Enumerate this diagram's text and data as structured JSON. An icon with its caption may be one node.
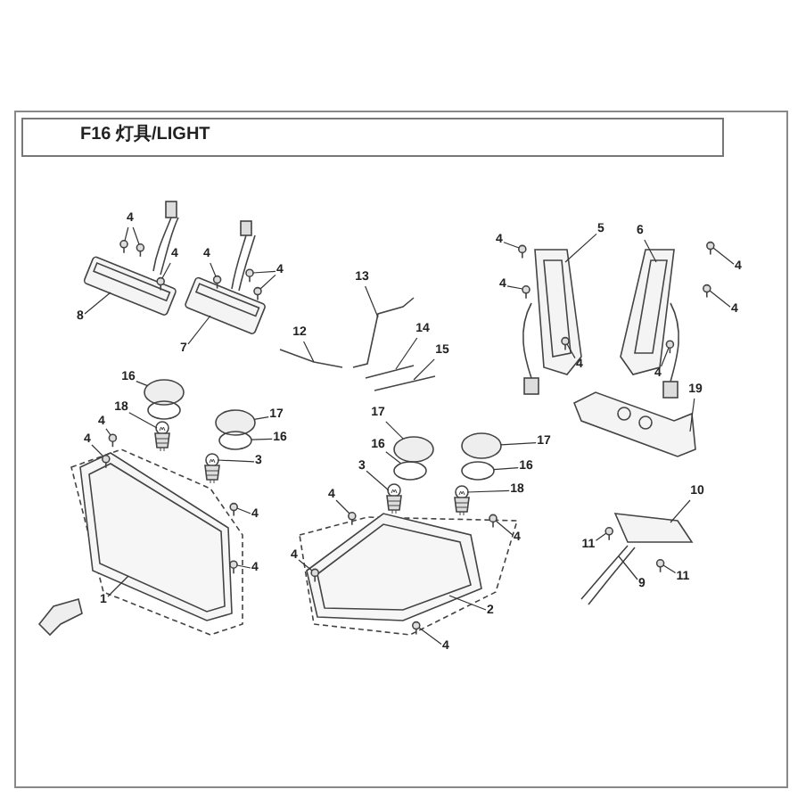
{
  "diagram": {
    "title": "F16 灯具/LIGHT",
    "nodes": [
      {
        "text": [
          "4"
        ]
      },
      {
        "text": [
          "5"
        ]
      },
      {
        "text": [
          "6"
        ]
      },
      {
        "text": [
          "4"
        ]
      },
      {
        "text": [
          "4"
        ]
      },
      {
        "text": [
          "4"
        ]
      },
      {
        "text": [
          "4"
        ]
      },
      {
        "text": [
          "4"
        ]
      },
      {
        "text": [
          "13"
        ]
      },
      {
        "text": [
          "4"
        ]
      },
      {
        "text": [
          "4"
        ]
      },
      {
        "text": [
          "8"
        ]
      },
      {
        "text": [
          "14"
        ]
      },
      {
        "text": [
          "12"
        ]
      },
      {
        "text": [
          "7"
        ]
      },
      {
        "text": [
          "15"
        ]
      },
      {
        "text": [
          "4"
        ]
      },
      {
        "text": [
          "4"
        ]
      },
      {
        "text": [
          "16"
        ]
      },
      {
        "text": [
          "19"
        ]
      },
      {
        "text": [
          "18"
        ]
      },
      {
        "text": [
          "17"
        ]
      },
      {
        "text": [
          "4"
        ]
      },
      {
        "text": [
          "17"
        ]
      },
      {
        "text": [
          "16"
        ]
      },
      {
        "text": [
          "4"
        ]
      },
      {
        "text": [
          "17"
        ]
      },
      {
        "text": [
          "16"
        ]
      },
      {
        "text": [
          "3"
        ]
      },
      {
        "text": [
          "16"
        ]
      },
      {
        "text": [
          "3"
        ]
      },
      {
        "text": [
          "18"
        ]
      },
      {
        "text": [
          "10"
        ]
      },
      {
        "text": [
          "4"
        ]
      },
      {
        "text": [
          "4"
        ]
      },
      {
        "text": [
          "4"
        ]
      },
      {
        "text": [
          "11"
        ]
      },
      {
        "text": [
          "4"
        ]
      },
      {
        "text": [
          "4"
        ]
      },
      {
        "text": [
          "11"
        ]
      },
      {
        "text": [
          "9"
        ]
      },
      {
        "text": [
          "1"
        ]
      },
      {
        "text": [
          "2"
        ]
      },
      {
        "text": [
          "4"
        ]
      },
      {
        "text": [],
        "shape": "picture"
      },
      {
        "text": [],
        "shape": "picture"
      },
      {
        "text": [],
        "shape": "picture"
      },
      {
        "text": [],
        "shape": "picture"
      },
      {
        "text": [],
        "shape": "picture"
      },
      {
        "text": [],
        "shape": "picture"
      },
      {
        "text": [],
        "shape": "picture"
      },
      {
        "text": [],
        "shape": "picture"
      },
      {
        "text": [],
        "shape": "picture"
      },
      {
        "text": [],
        "shape": "picture"
      },
      {
        "text": [],
        "shape": "picture"
      },
      {
        "text": [],
        "shape": "picture"
      },
      {
        "text": [],
        "shape": "picture"
      },
      {
        "text": [],
        "shape": "circle"
      },
      {
        "text": [],
        "shape": "circle"
      },
      {
        "text": [],
        "shape": "circle"
      },
      {
        "text": [],
        "shape": "picture"
      },
      {
        "text": [],
        "shape": "picture"
      },
      {
        "text": [],
        "shape": "circle"
      },
      {
        "text": [],
        "shape": "circle"
      },
      {
        "text": [],
        "shape": "picture"
      },
      {
        "text": [],
        "shape": "circle"
      },
      {
        "text": [],
        "shape": "circle"
      },
      {
        "text": [],
        "shape": "picture"
      },
      {
        "text": [],
        "shape": "picture"
      },
      {
        "text": [],
        "shape": "picture"
      },
      {
        "text": [],
        "shape": "picture"
      },
      {
        "text": [],
        "shape": "picture",
        "in": 44
      },
      {
        "text": [],
        "shape": "picture",
        "in": 45
      },
      {
        "text": [],
        "shape": "picture"
      },
      {
        "text": [],
        "shape": "picture"
      },
      {
        "text": [],
        "shape": "picture",
        "in": 45
      },
      {
        "text": [],
        "shape": "picture"
      },
      {
        "text": [],
        "shape": "picture"
      },
      {
        "text": [],
        "shape": "picture",
        "in": 46
      },
      {
        "text": [],
        "shape": "picture"
      },
      {
        "text": [],
        "shape": "picture"
      },
      {
        "text": [],
        "shape": "picture",
        "in": 55
      },
      {
        "text": [],
        "shape": "picture",
        "in": 56
      },
      {
        "text": [],
        "shape": "picture"
      },
      {
        "text": [],
        "shape": "picture",
        "in": 56
      },
      {
        "text": [],
        "shape": "picture"
      },
      {
        "text": [],
        "shape": "picture",
        "in": 56
      },
      {
        "text": [],
        "shape": "picture",
        "in": 55
      },
      {
        "text": [],
        "shape": "picture"
      },
      {
        "text": [],
        "shape": "picture",
        "in": 56
      }
    ],
    "edges": [
      {
        "from": 0,
        "to": 68,
        "arrow": "none"
      },
      {
        "from": 0,
        "to": 69,
        "arrow": "none"
      },
      {
        "from": 1,
        "to": 46,
        "arrow": "none"
      },
      {
        "from": 2,
        "to": 47,
        "arrow": "none"
      },
      {
        "from": 3,
        "to": 70,
        "arrow": "none"
      },
      {
        "from": 4,
        "to": 71,
        "arrow": "none"
      },
      {
        "from": 5,
        "to": 72,
        "arrow": "none"
      },
      {
        "from": 6,
        "to": 73,
        "arrow": "none"
      },
      {
        "from": 7,
        "to": 74,
        "arrow": "none"
      },
      {
        "from": 7,
        "to": 75,
        "arrow": "none"
      },
      {
        "from": 8,
        "to": 48,
        "arrow": "none"
      },
      {
        "from": 9,
        "to": 76,
        "arrow": "none"
      },
      {
        "from": 10,
        "to": 77,
        "arrow": "none"
      },
      {
        "from": 11,
        "to": 44,
        "arrow": "none"
      },
      {
        "from": 12,
        "to": 50,
        "arrow": "none"
      },
      {
        "from": 13,
        "to": 49,
        "arrow": "none"
      },
      {
        "from": 14,
        "to": 45,
        "arrow": "none"
      },
      {
        "from": 15,
        "to": 51,
        "arrow": "none"
      },
      {
        "from": 16,
        "to": 78,
        "arrow": "none"
      },
      {
        "from": 17,
        "to": 79,
        "arrow": "none"
      },
      {
        "from": 18,
        "to": 57,
        "arrow": "none"
      },
      {
        "from": 19,
        "to": 52,
        "arrow": "none"
      },
      {
        "from": 20,
        "to": 60,
        "arrow": "none"
      },
      {
        "from": 21,
        "to": 58,
        "arrow": "none"
      },
      {
        "from": 22,
        "to": 80,
        "arrow": "none"
      },
      {
        "from": 23,
        "to": 62,
        "arrow": "none"
      },
      {
        "from": 24,
        "to": 59,
        "arrow": "none"
      },
      {
        "from": 25,
        "to": 81,
        "arrow": "none"
      },
      {
        "from": 26,
        "to": 65,
        "arrow": "none"
      },
      {
        "from": 27,
        "to": 63,
        "arrow": "none"
      },
      {
        "from": 28,
        "to": 61,
        "arrow": "none"
      },
      {
        "from": 29,
        "to": 66,
        "arrow": "none"
      },
      {
        "from": 30,
        "to": 64,
        "arrow": "none"
      },
      {
        "from": 31,
        "to": 67,
        "arrow": "none"
      },
      {
        "from": 32,
        "to": 53,
        "arrow": "none"
      },
      {
        "from": 33,
        "to": 82,
        "arrow": "none"
      },
      {
        "from": 34,
        "to": 83,
        "arrow": "none"
      },
      {
        "from": 35,
        "to": 84,
        "arrow": "none"
      },
      {
        "from": 36,
        "to": 85,
        "arrow": "none"
      },
      {
        "from": 37,
        "to": 86,
        "arrow": "none"
      },
      {
        "from": 38,
        "to": 87,
        "arrow": "none"
      },
      {
        "from": 39,
        "to": 88,
        "arrow": "none"
      },
      {
        "from": 40,
        "to": 54,
        "arrow": "none"
      },
      {
        "from": 41,
        "to": 55,
        "arrow": "none"
      },
      {
        "from": 42,
        "to": 56,
        "arrow": "none"
      },
      {
        "from": 43,
        "to": 89,
        "arrow": "none"
      }
    ]
  }
}
